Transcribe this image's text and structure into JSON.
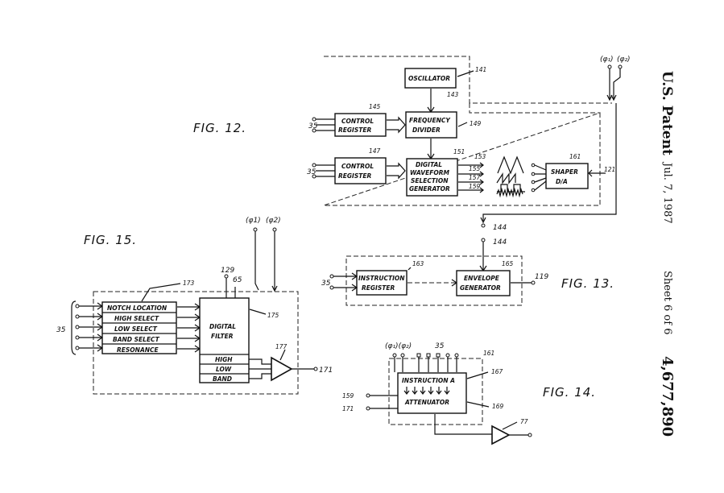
{
  "header": {
    "country": "U.S. Patent",
    "date": "Jul. 7, 1987",
    "sheet": "Sheet 6 of 6",
    "patent_number": "4,677,890"
  },
  "fig12": {
    "title": "FIG. 12.",
    "oscillator": "OSCILLATOR",
    "oscillator_ref": "141",
    "osc_out_ref": "143",
    "control_register_a_line1": "CONTROL",
    "control_register_a_line2": "REGISTER",
    "control_register_a_ref": "145",
    "input_a_ref": "35",
    "frequency_divider_line1": "FREQUENCY",
    "frequency_divider_line2": "DIVIDER",
    "frequency_divider_ref": "149",
    "control_register_b_line1": "CONTROL",
    "control_register_b_line2": "REGISTER",
    "control_register_b_ref": "147",
    "input_b_ref": "35",
    "waveform_gen_line1": "DIGITAL",
    "waveform_gen_line2": "WAVEFORM",
    "waveform_gen_line3": "SELECTION",
    "waveform_gen_line4": "GENERATOR",
    "waveform_gen_ref": "151",
    "out_153": "153",
    "out_155": "155",
    "out_157": "157",
    "out_159": "159",
    "shaper_line1": "SHAPER",
    "shaper_line2": "D/A",
    "shaper_ref": "161",
    "shaper_out_ref": "121",
    "phi1": "(φ₁)",
    "phi2": "(φ₂)"
  },
  "fig13": {
    "title": "FIG. 13.",
    "ref_144a": "144",
    "ref_144b": "144",
    "instruction_register_line1": "INSTRUCTION",
    "instruction_register_line2": "REGISTER",
    "instruction_register_ref": "163",
    "envelope_generator_line1": "ENVELOPE",
    "envelope_generator_line2": "GENERATOR",
    "envelope_generator_ref": "165",
    "input_ref": "35",
    "output_ref": "119"
  },
  "fig14": {
    "title": "FIG. 14.",
    "input_labels": "(φ₁)(φ₂)",
    "bus_ref": "35",
    "block_ref": "161",
    "instruction_line": "INSTRUCTION A",
    "instruction_ref": "167",
    "attenuator": "ATTENUATOR",
    "attenuator_ref": "169",
    "in_159": "159",
    "in_171": "171",
    "amp_ref": "77"
  },
  "fig15": {
    "title": "FIG. 15.",
    "phi1": "(φ1)",
    "phi2": "(φ2)",
    "ref_129": "129",
    "ref_65": "65",
    "ref_173": "173",
    "ref_175": "175",
    "ref_177": "177",
    "ref_171": "171",
    "bus_ref": "35",
    "rows": [
      "NOTCH LOCATION",
      "HIGH SELECT",
      "LOW SELECT",
      "BAND SELECT",
      "RESONANCE"
    ],
    "filter_line1": "DIGITAL",
    "filter_line2": "FILTER",
    "filter_outputs": [
      "HIGH",
      "LOW",
      "BAND"
    ]
  }
}
